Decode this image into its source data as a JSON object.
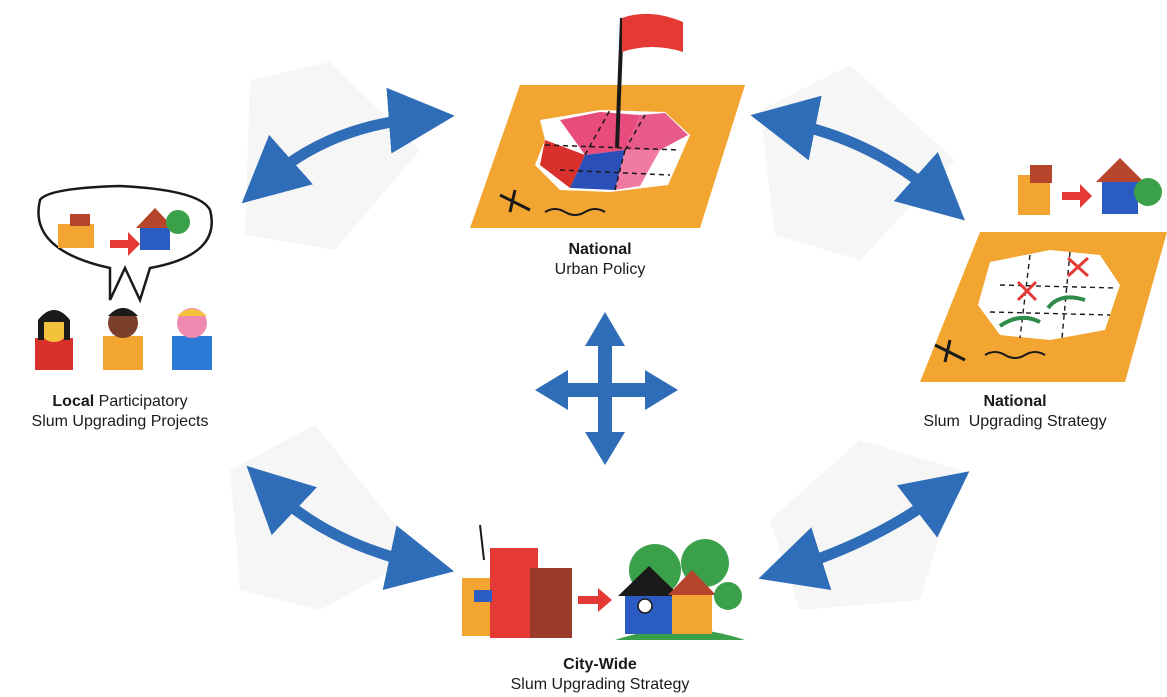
{
  "nodes": {
    "national_policy": {
      "bold": "National",
      "line1_rest": "",
      "line2": "Urban Policy"
    },
    "local_projects": {
      "bold": "Local",
      "line1_rest": " Participatory",
      "line2": "Slum Upgrading Projects"
    },
    "national_strategy": {
      "bold": "National",
      "line1_rest": "",
      "line2": "Slum  Upgrading Strategy"
    },
    "citywide_strategy": {
      "bold": "City-Wide",
      "line1_rest": "",
      "line2": "Slum Upgrading Strategy"
    }
  },
  "colors": {
    "arrow": "#2f6db8",
    "map_orange": "#f2a531",
    "flag_red": "#e53935",
    "house_blue": "#2b5cc4",
    "tree_green": "#3aa14a"
  }
}
